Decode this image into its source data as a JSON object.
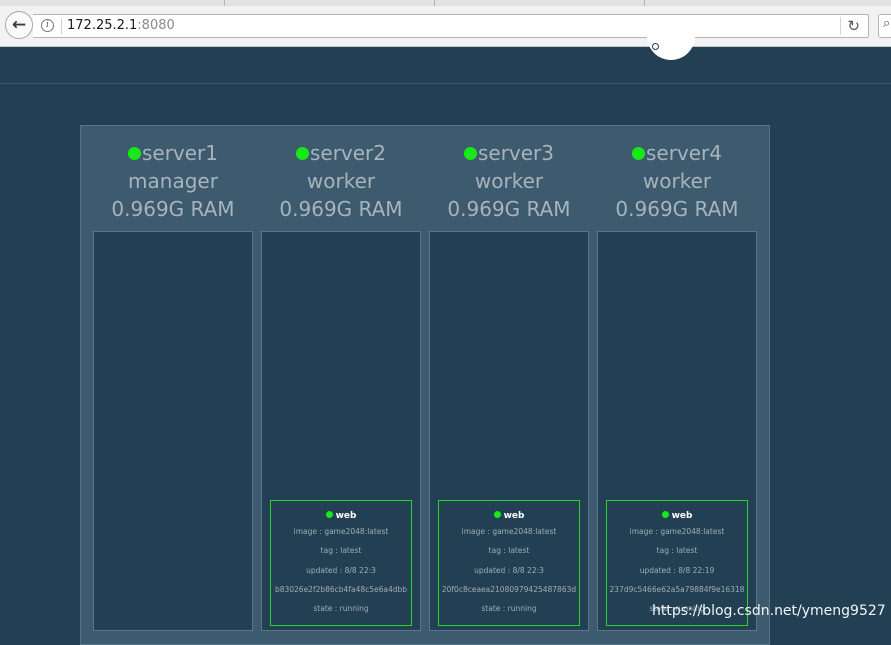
{
  "browser": {
    "url_host": "172.25.2.1",
    "url_port": ":8080"
  },
  "nodes": [
    {
      "name": "server1",
      "role": "manager",
      "ram": "0.969G RAM",
      "containers": []
    },
    {
      "name": "server2",
      "role": "worker",
      "ram": "0.969G RAM",
      "containers": [
        {
          "name": "web",
          "image": "image : game2048:latest",
          "tag": "tag : latest",
          "updated": "updated : 8/8 22:3",
          "id": "b83026e2f2b86cb4fa48c5e6a4dbb",
          "state": "state : running"
        }
      ]
    },
    {
      "name": "server3",
      "role": "worker",
      "ram": "0.969G RAM",
      "containers": [
        {
          "name": "web",
          "image": "image : game2048:latest",
          "tag": "tag : latest",
          "updated": "updated : 8/8 22:3",
          "id": "20f0c8ceaea21080979425487863d",
          "state": "state : running"
        }
      ]
    },
    {
      "name": "server4",
      "role": "worker",
      "ram": "0.969G RAM",
      "containers": [
        {
          "name": "web",
          "image": "image : game2048:latest",
          "tag": "tag : latest",
          "updated": "updated : 8/8 22:19",
          "id": "237d9c5466e62a5a79884f9e16318",
          "state": "state : running"
        }
      ]
    }
  ],
  "colors": {
    "background": "#223f53",
    "cluster_panel": "#3d5a6e",
    "status_running": "#17e817",
    "container_border": "#2ad42a"
  },
  "watermark": "https://blog.csdn.net/ymeng9527"
}
